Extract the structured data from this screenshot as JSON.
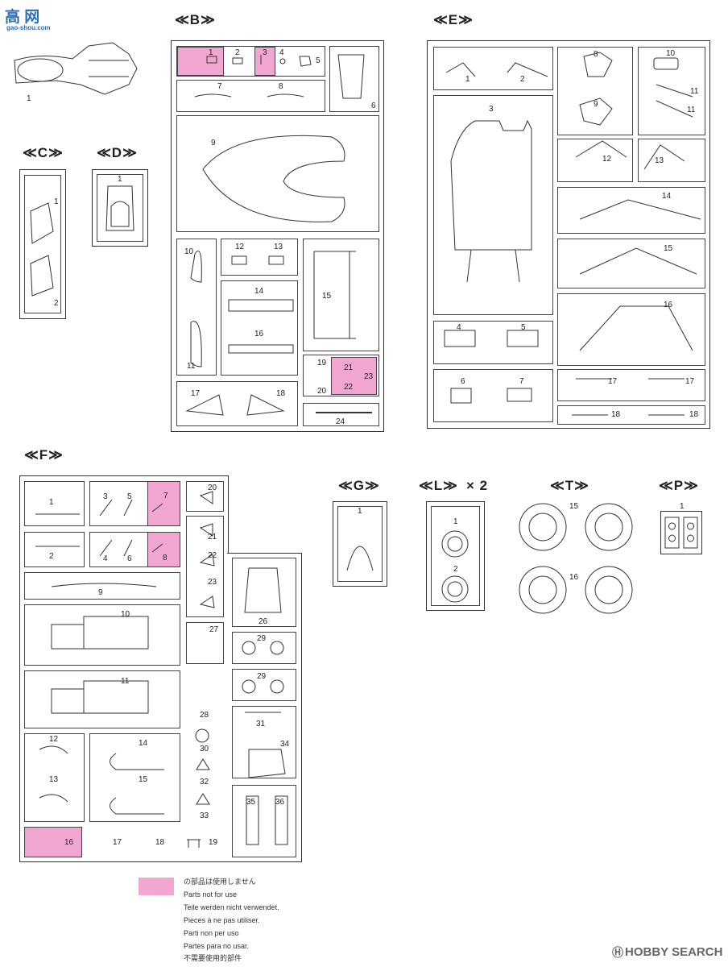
{
  "sections": {
    "B": "≪B≫",
    "C": "≪C≫",
    "D": "≪D≫",
    "E": "≪E≫",
    "F": "≪F≫",
    "G": "≪G≫",
    "L": "≪L≫",
    "L_mult": "× 2",
    "T": "≪T≫",
    "P": "≪P≫"
  },
  "labels": {
    "body1": "1",
    "B": [
      "1",
      "2",
      "3",
      "4",
      "5",
      "6",
      "7",
      "8",
      "9",
      "10",
      "11",
      "12",
      "13",
      "14",
      "15",
      "16",
      "17",
      "18",
      "19",
      "20",
      "21",
      "22",
      "23",
      "24"
    ],
    "C": [
      "1",
      "2"
    ],
    "D": [
      "1"
    ],
    "E": [
      "1",
      "2",
      "3",
      "4",
      "5",
      "6",
      "7",
      "8",
      "9",
      "10",
      "11",
      "11",
      "12",
      "13",
      "14",
      "15",
      "16",
      "17",
      "17",
      "18",
      "18"
    ],
    "F": [
      "1",
      "2",
      "3",
      "4",
      "5",
      "6",
      "7",
      "8",
      "9",
      "10",
      "11",
      "12",
      "13",
      "14",
      "15",
      "16",
      "17",
      "18",
      "19",
      "20",
      "21",
      "22",
      "23",
      "26",
      "27",
      "28",
      "29",
      "29",
      "30",
      "31",
      "32",
      "33",
      "34",
      "35",
      "36"
    ],
    "G": [
      "1"
    ],
    "L": [
      "1",
      "2"
    ],
    "T": [
      "15",
      "16"
    ],
    "P": [
      "1"
    ]
  },
  "legend": {
    "ja": "の部品は使用しません",
    "en": "Parts not for use",
    "de": "Teile werden nicht verwendet.",
    "fr": "Pieces à ne pas utiliser.",
    "it": "Parti non per uso",
    "es": "Partes para no usar.",
    "zh": "不需要使用的部件"
  },
  "watermarks": {
    "top_left": "高 网",
    "top_left_url": "gao-shou.com",
    "bottom_right": "HOBBY SEARCH",
    "bottom_right_mark": "Ⓗ"
  },
  "colors": {
    "unused_parts": "#f0a6cf"
  }
}
